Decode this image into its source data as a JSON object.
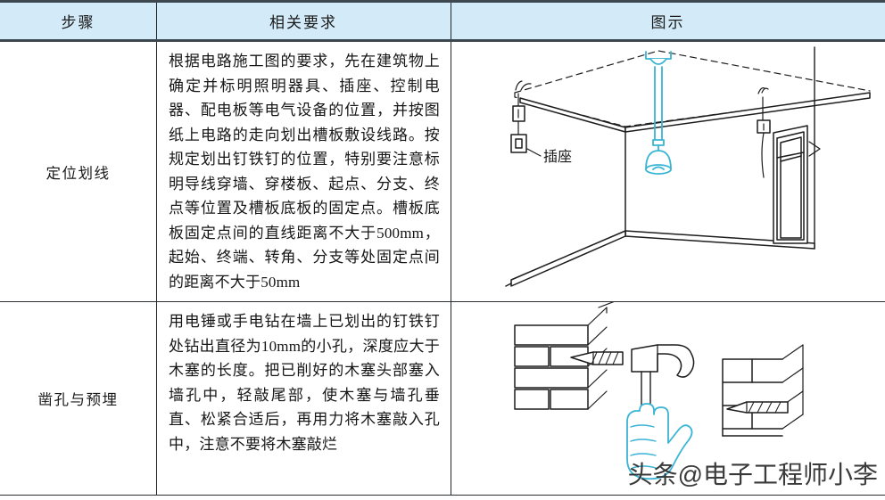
{
  "table": {
    "headers": [
      "步骤",
      "相关要求",
      "图示"
    ],
    "rows": [
      {
        "step": "定位划线",
        "requirement": "根据电路施工图的要求，先在建筑物上确定并标明照明器具、插座、控制电器、配电板等电气设备的位置，并按图纸上电路的走向划出槽板敷设线路。按规定划出钉铁钉的位置，特别要注意标明导线穿墙、穿楼板、起点、分支、终点等位置及槽板底板的固定点。槽板底板固定点间的直线距离不大于500mm，起始、终端、转角、分支等处固定点间的距离不大于50mm",
        "figure": {
          "name": "room-wiring-layout",
          "annotations": [
            {
              "label": "插座"
            }
          ]
        }
      },
      {
        "step": "凿孔与预埋",
        "requirement": "用电锤或手电钻在墙上已划出的钉铁钉处钻出直径为10mm的小孔，深度应大于木塞的长度。把已削好的木塞头部塞入墙孔中，轻敲尾部，使木塞与墙孔垂直、松紧合适后，再用力将木塞敲入孔中，注意不要将木塞敲烂",
        "figure": {
          "name": "brick-wall-hammer-plug",
          "annotations": []
        }
      }
    ]
  },
  "watermark": {
    "text": "头条@电子工程师小李"
  },
  "colors": {
    "header_fill": "#d3ebf8",
    "header_rule": "#3c474f",
    "grid_line": "#20262b",
    "accent_cyan": "#3ab4d4",
    "text": "#161616"
  }
}
